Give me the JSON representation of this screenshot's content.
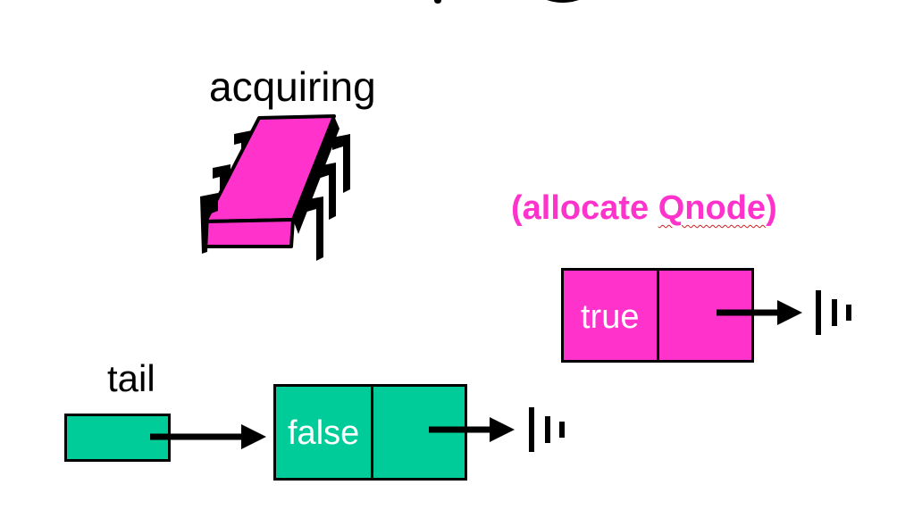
{
  "labels": {
    "acquiring": "acquiring",
    "allocate_open": "(allocate ",
    "allocate_qnode": "Qnode",
    "allocate_close": ")",
    "tail": "tail"
  },
  "nodes": {
    "new_qnode": {
      "flag": "true"
    },
    "existing_qnode": {
      "flag": "false"
    }
  },
  "colors": {
    "magenta": "#ff33cc",
    "green": "#00cc99",
    "black": "#000000",
    "white": "#ffffff"
  },
  "icons": [
    "chip-icon",
    "arrow-icon",
    "ground-null-icon"
  ]
}
